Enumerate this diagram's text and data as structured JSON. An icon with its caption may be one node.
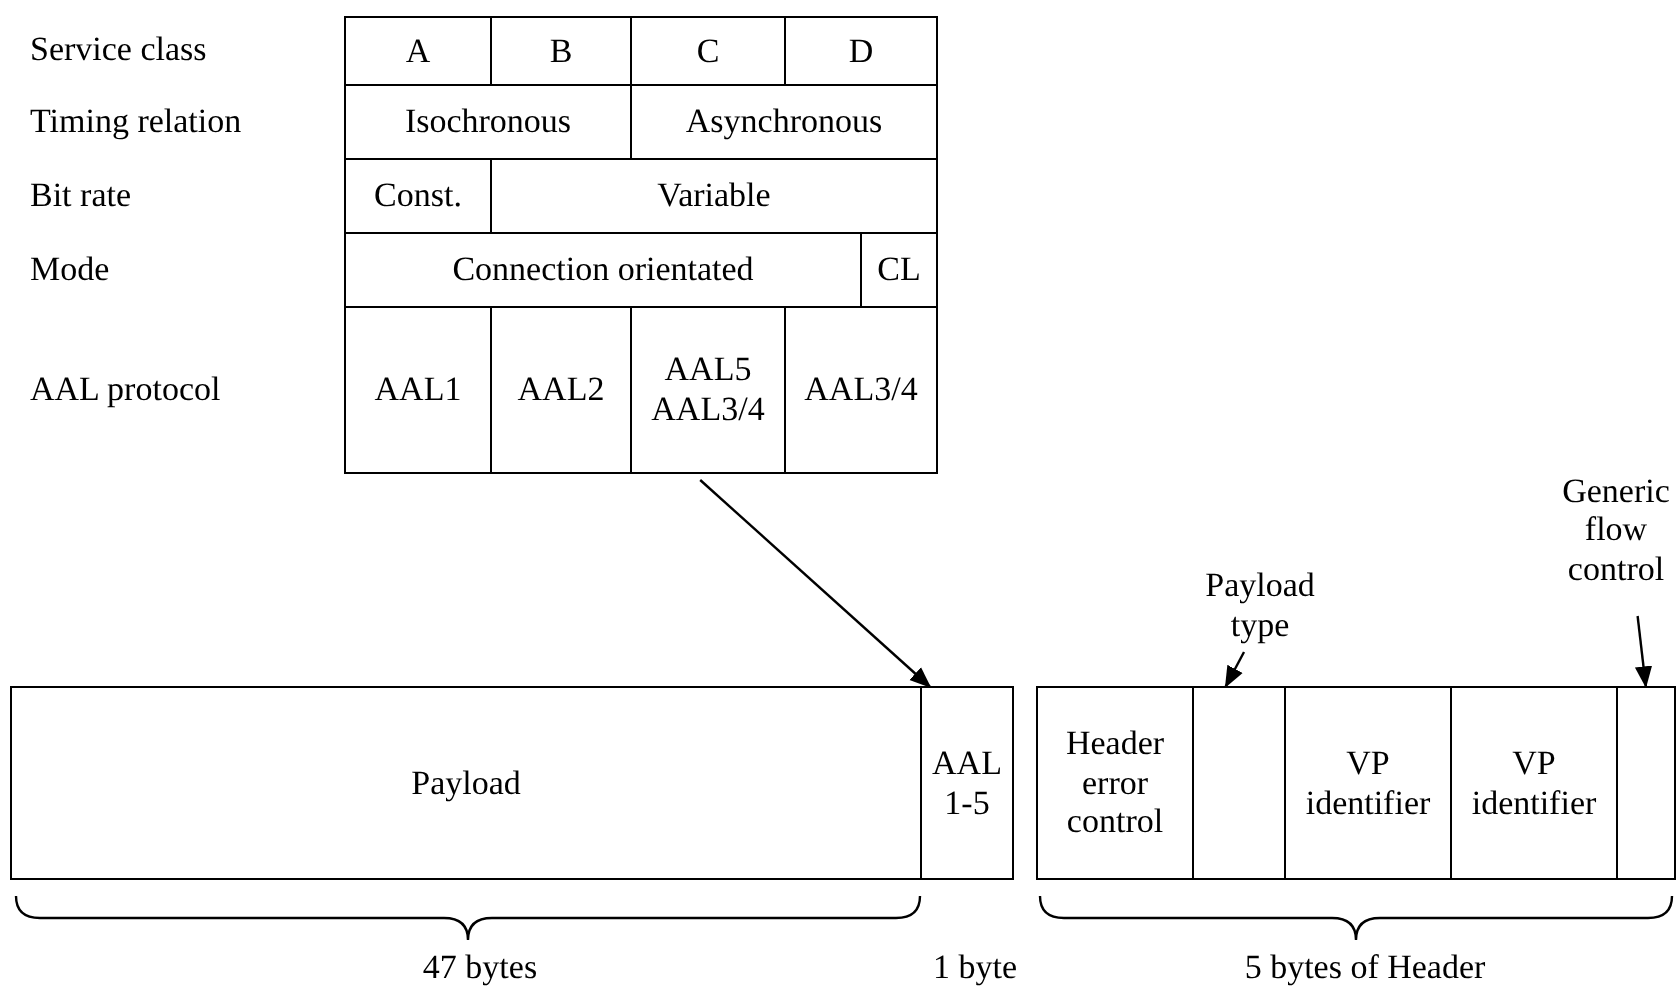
{
  "diagram": {
    "nodes": [
      {
        "text": [
          "AAL5 AAL3/4"
        ]
      },
      {
        "text": [
          "Payload"
        ]
      },
      {
        "text": [
          "AAL 1-5"
        ]
      },
      {
        "text": [
          "Header error control"
        ]
      },
      {
        "text": [],
        "shape": "box"
      },
      {
        "text": [
          "VP identifier"
        ]
      },
      {
        "text": [
          "VP identifier"
        ]
      },
      {
        "text": [],
        "shape": "box"
      },
      {
        "text": [
          "Payload type"
        ]
      },
      {
        "text": [
          "Generic flow control"
        ]
      }
    ],
    "edges": [
      {
        "from": 0,
        "to": 2,
        "arrow": "to"
      },
      {
        "from": 8,
        "to": 4,
        "arrow": "to"
      },
      {
        "from": 9,
        "to": 7,
        "arrow": "to"
      }
    ],
    "labels": [
      "Service class",
      "A",
      "B",
      "C",
      "D",
      "Timing relation",
      "Isochronous",
      "Asynchronous",
      "Bit rate",
      "Const.",
      "Variable",
      "Mode",
      "Connection orientated",
      "CL",
      "AAL protocol",
      "AAL1",
      "AAL2",
      "AAL3/4",
      "47 bytes",
      "1 byte",
      "5 bytes of Header"
    ]
  }
}
